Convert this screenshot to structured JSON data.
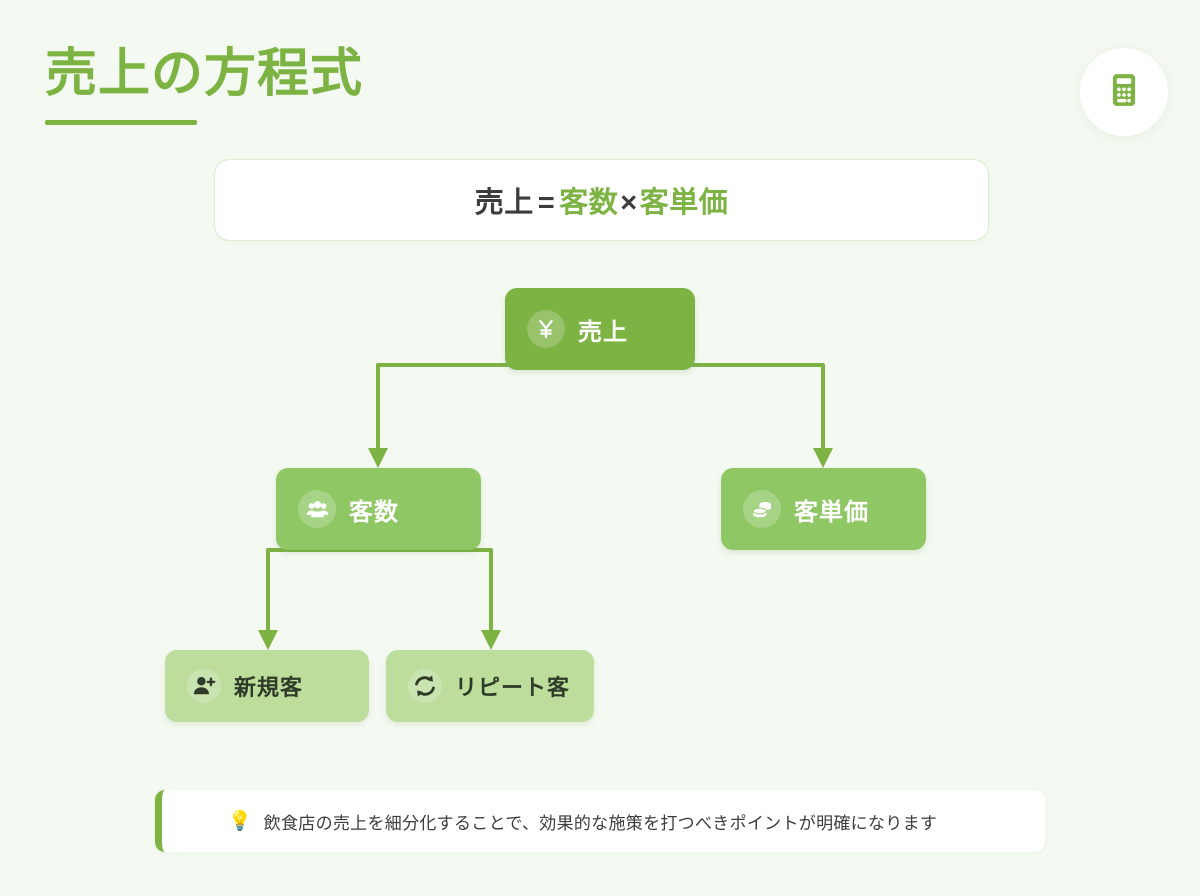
{
  "header": {
    "title": "売上の方程式",
    "badge_icon": "calculator-icon",
    "accent_color": "#7cb342"
  },
  "formula": {
    "lhs": "売上",
    "equals": "=",
    "factor_1": "客数",
    "operator": "×",
    "factor_2": "客単価"
  },
  "diagram": {
    "type": "tree",
    "nodes": [
      {
        "id": "sales",
        "label": "売上",
        "icon": "yen-icon",
        "level": 1,
        "color": "#7cb342"
      },
      {
        "id": "customers",
        "label": "客数",
        "icon": "users-icon",
        "level": 2,
        "color": "#8fc765"
      },
      {
        "id": "spend",
        "label": "客単価",
        "icon": "coins-icon",
        "level": 2,
        "color": "#8fc765"
      },
      {
        "id": "new",
        "label": "新規客",
        "icon": "user-plus-icon",
        "level": 3,
        "color": "#bcdd9b"
      },
      {
        "id": "repeat",
        "label": "リピート客",
        "icon": "repeat-icon",
        "level": 3,
        "color": "#bcdd9b"
      }
    ],
    "edges": [
      {
        "from": "sales",
        "to": "customers"
      },
      {
        "from": "sales",
        "to": "spend"
      },
      {
        "from": "customers",
        "to": "new"
      },
      {
        "from": "customers",
        "to": "repeat"
      }
    ],
    "connector_color": "#7cb342"
  },
  "footer": {
    "bulb": "💡",
    "text": "飲食店の売上を細分化することで、効果的な施策を打つべきポイントが明確になります",
    "accent_color": "#7cb342"
  }
}
